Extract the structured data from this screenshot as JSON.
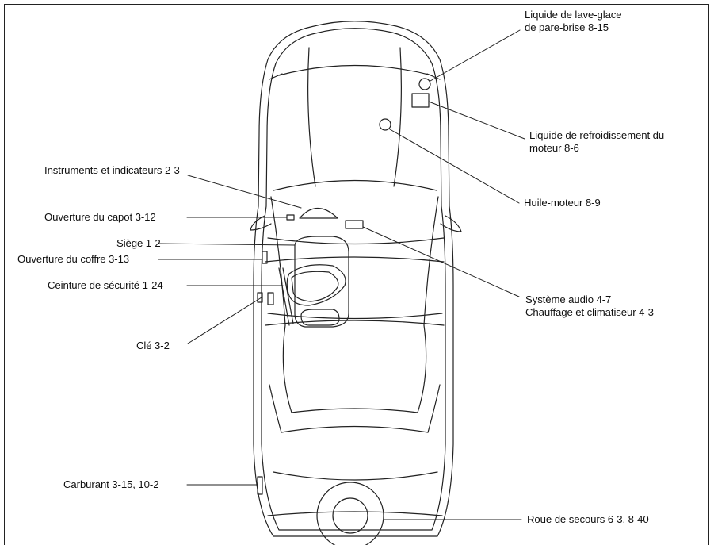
{
  "labels": {
    "washer_fluid": {
      "line1": "Liquide de lave-glace",
      "line2": "de pare-brise 8-15"
    },
    "coolant": {
      "line1": "Liquide de refroidissement du",
      "line2": "moteur 8-6"
    },
    "engine_oil": "Huile-moteur 8-9",
    "instruments": "Instruments et indicateurs 2-3",
    "hood_release": "Ouverture du capot 3-12",
    "seat": "Siège 1-2",
    "trunk_release": "Ouverture du coffre 3-13",
    "seat_belt": "Ceinture de sécurité 1-24",
    "audio": {
      "line1": "Système audio 4-7",
      "line2": "Chauffage et climatiseur 4-3"
    },
    "key": "Clé 3-2",
    "fuel": "Carburant 3-15, 10-2",
    "spare_tire": "Roue de secours 6-3, 8-40"
  },
  "colors": {
    "ink": "#111111",
    "background": "#ffffff"
  }
}
